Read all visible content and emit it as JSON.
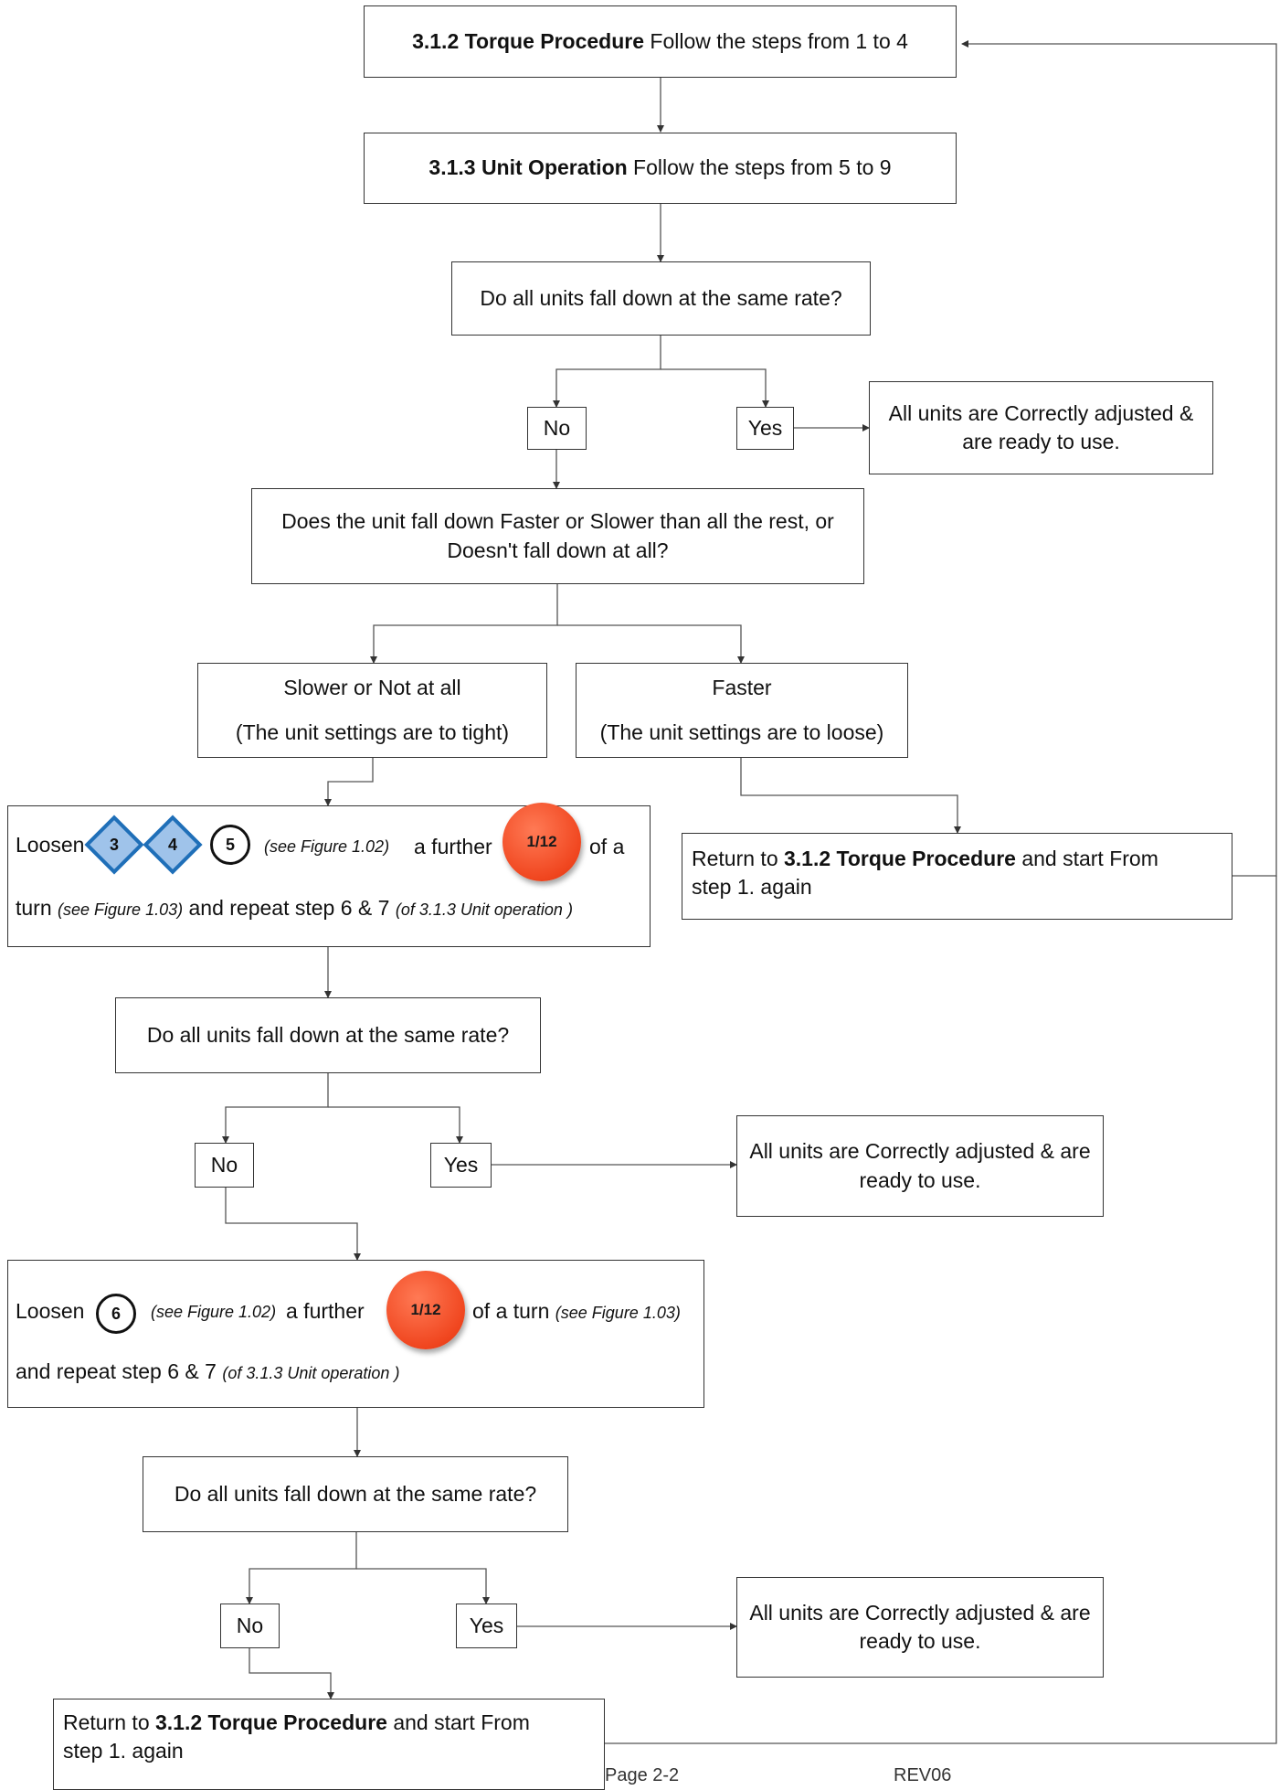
{
  "torque_box": {
    "number": "3.1.2 Torque Procedure",
    "text": " Follow the steps from 1 to 4"
  },
  "operation_box": {
    "number": "3.1.3 Unit Operation",
    "text": " Follow the steps from 5 to 9"
  },
  "question": "Do all units fall down at the same rate?",
  "answers": {
    "no": "No",
    "yes": "Yes"
  },
  "ready": "All units are Correctly adjusted & are ready to use.",
  "faster_slower_question": "Does the unit fall down Faster or Slower than all the rest, or Doesn't fall down at all?",
  "slower_box": {
    "title": "Slower or Not at all",
    "detail": "(The unit settings are to tight)"
  },
  "faster_box": {
    "title": "Faster",
    "detail": "(The unit settings are to loose)"
  },
  "return_box": {
    "prefix": "Return to  ",
    "bold": "3.1.2 Torque Procedure",
    "suffix": " and start From",
    "line2": "step 1. again"
  },
  "loosen_box_1": {
    "loosen": "Loosen",
    "markers": [
      "3",
      "4",
      "5"
    ],
    "fig_ref_1": "(see Figure 1.02)",
    "further": "a further",
    "fraction": "1/12",
    "of_a": "of a",
    "turn": "turn",
    "fig_ref_2": "(see Figure 1.03)",
    "repeat": "and repeat step 6 & 7",
    "op_ref": "(of 3.1.3 Unit operation )"
  },
  "loosen_box_2": {
    "loosen": "Loosen",
    "marker": "6",
    "fig_ref_1": "(see Figure 1.02)",
    "further": "a further",
    "fraction": "1/12",
    "of_a_turn": "of a turn",
    "fig_ref_2": "(see Figure 1.03)",
    "repeat": "and repeat step 6 & 7",
    "op_ref": "(of 3.1.3 Unit operation )"
  },
  "footer": {
    "page": "Page 2-2",
    "rev": "REV06"
  }
}
